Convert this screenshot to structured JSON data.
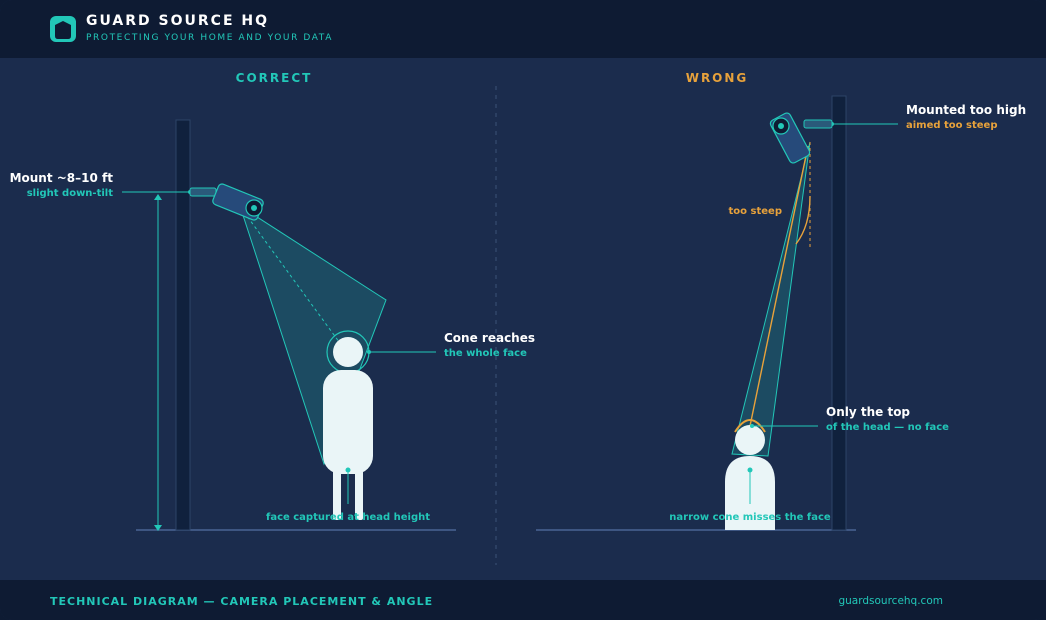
{
  "header": {
    "brand": "GUARD SOURCE HQ",
    "tagline": "PROTECTING YOUR HOME AND YOUR DATA",
    "logo_icon": "shield-icon"
  },
  "correct": {
    "heading": "CORRECT",
    "mount_label": "Mount ~8–10 ft",
    "mount_sub": "slight down-tilt",
    "cone_label": "Cone reaches",
    "cone_sub": "the whole face",
    "ground_caption": "face captured at head height"
  },
  "wrong": {
    "heading": "WRONG",
    "mount_label": "Mounted too high",
    "mount_sub": "aimed too steep",
    "angle_label": "too steep",
    "head_label": "Only the top",
    "head_sub": "of the head — no face",
    "ground_caption": "narrow cone misses the face"
  },
  "footer": {
    "title": "TECHNICAL DIAGRAM — CAMERA PLACEMENT & ANGLE",
    "url": "guardsourcehq.com"
  },
  "colors": {
    "background": "#1b2c4d",
    "bar": "#0e1b33",
    "teal": "#22c7b8",
    "orange": "#e8a23b",
    "figure": "#eaf5f7"
  }
}
